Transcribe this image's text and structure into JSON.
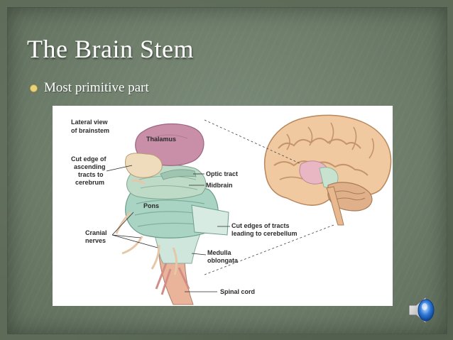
{
  "slide": {
    "title": "The Brain Stem",
    "bullet": "Most primitive part"
  },
  "diagram": {
    "heading_line1": "Lateral view",
    "heading_line2": "of brainstem",
    "labels": {
      "thalamus": "Thalamus",
      "cut_edge_1": "Cut edge of",
      "cut_edge_2": "ascending",
      "cut_edge_3": "tracts to",
      "cut_edge_4": "cerebrum",
      "optic_tract": "Optic tract",
      "midbrain": "Midbrain",
      "pons": "Pons",
      "cut_edges_tracts_1": "Cut edges of tracts",
      "cut_edges_tracts_2": "leading to cerebellum",
      "cranial_1": "Cranial",
      "cranial_2": "nerves",
      "medulla_1": "Medulla",
      "medulla_2": "oblongata",
      "spinal_cord": "Spinal cord"
    }
  },
  "icons": {
    "bullet": "circle-bullet-icon",
    "audio": "speaker-icon"
  },
  "colors": {
    "title": "#ffffff",
    "bullet": "#e8d27a",
    "thalamus": "#c98fa8",
    "brainstem": "#a9d3c3",
    "cerebrum": "#f0c9a0"
  }
}
